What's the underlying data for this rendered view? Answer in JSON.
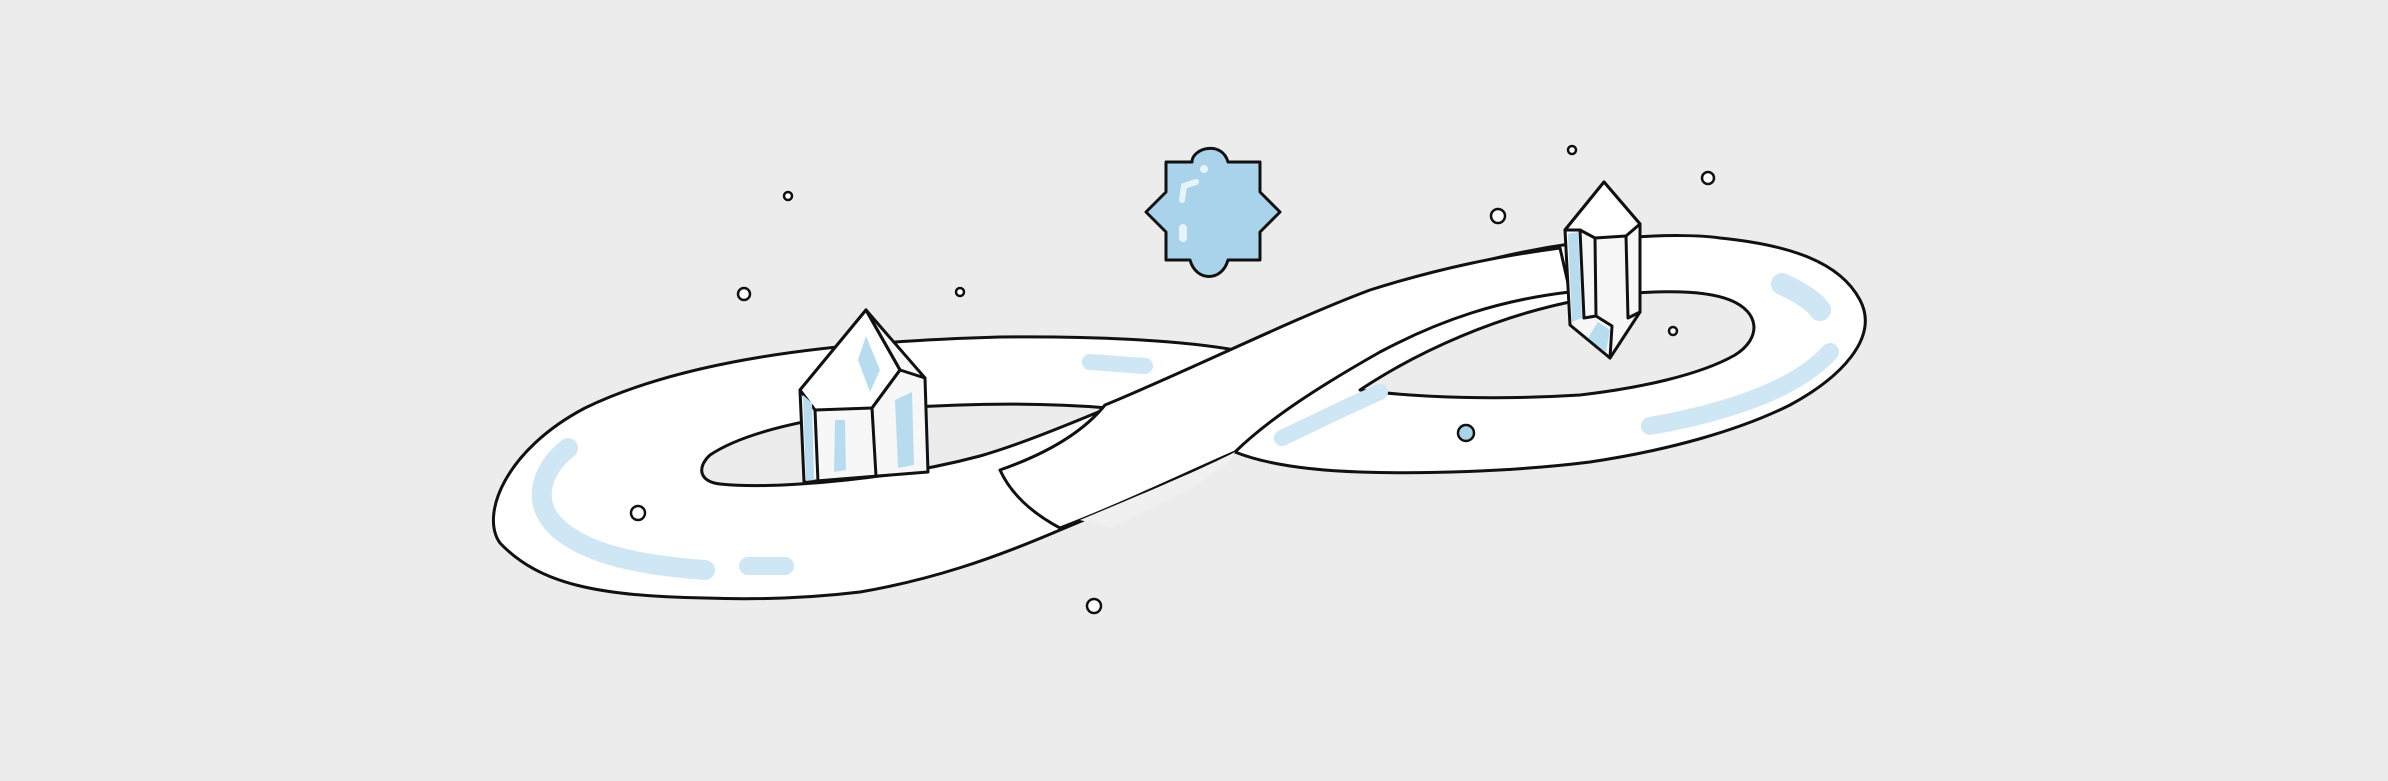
{
  "palette": {
    "background": "#ececec",
    "ribbon": "#ffffff",
    "ribbon_shade": "#f3f3f3",
    "highlight": "#cfe6f4",
    "gem": "#a9d3ea",
    "crystal_face": "#f7f7f7",
    "crystal_tint": "#b8dcef",
    "outline": "#111111"
  },
  "illustration": {
    "elements": [
      "infinity-ribbon",
      "left-crystal",
      "right-crystal",
      "blue-gem",
      "floating-dots"
    ]
  }
}
